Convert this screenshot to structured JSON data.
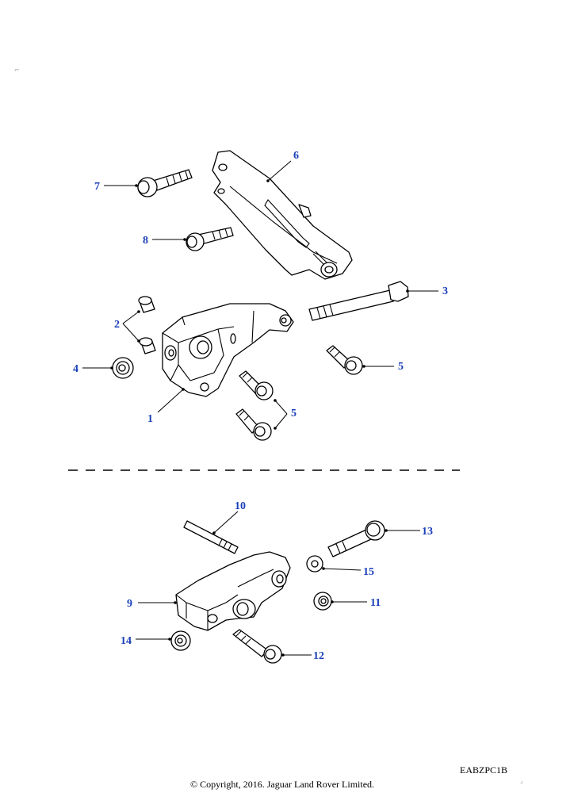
{
  "diagram": {
    "figure_code": "EABZPC1B",
    "copyright": "© Copyright, 2016. Jaguar Land Rover Limited.",
    "callouts": {
      "c1": "1",
      "c2": "2",
      "c3": "3",
      "c4": "4",
      "c5a": "5",
      "c5b": "5",
      "c6": "6",
      "c7": "7",
      "c8": "8",
      "c9": "9",
      "c10": "10",
      "c11": "11",
      "c12": "12",
      "c13": "13",
      "c14": "14",
      "c15": "15"
    },
    "colors": {
      "callout": "#1a3fb8",
      "line": "#000000",
      "background": "#ffffff"
    }
  }
}
